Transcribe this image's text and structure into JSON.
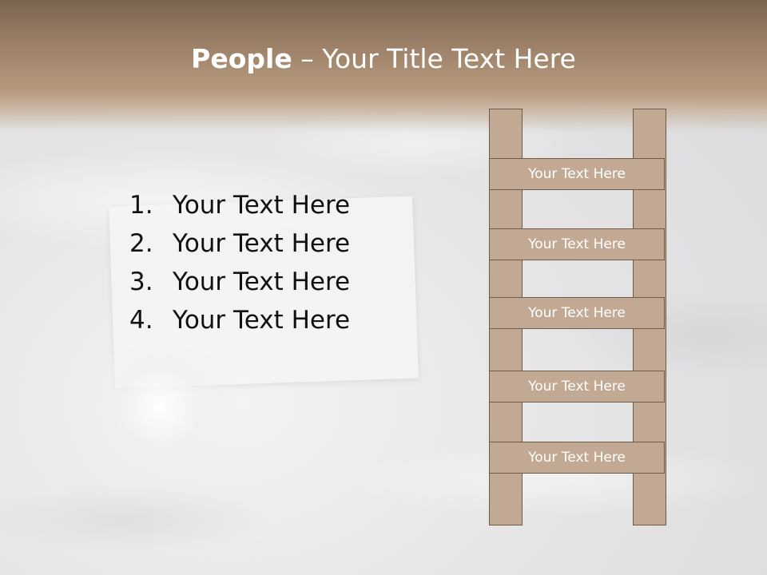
{
  "slide": {
    "title_bold": "People",
    "title_rest": " – Your Title Text Here",
    "list": [
      {
        "number": "1.",
        "text": "Your Text Here"
      },
      {
        "number": "2.",
        "text": "Your Text Here"
      },
      {
        "number": "3.",
        "text": "Your Text Here"
      },
      {
        "number": "4.",
        "text": "Your Text Here"
      }
    ],
    "ladder_steps": [
      "Your Text Here",
      "Your Text Here",
      "Your Text Here",
      "Your Text Here",
      "Your Text Here"
    ]
  },
  "colors": {
    "header": "#9c8168",
    "ladder_fill": "#c1a993",
    "ladder_border": "#6e5a4a",
    "title_text": "#ffffff",
    "body_text": "#111111"
  }
}
